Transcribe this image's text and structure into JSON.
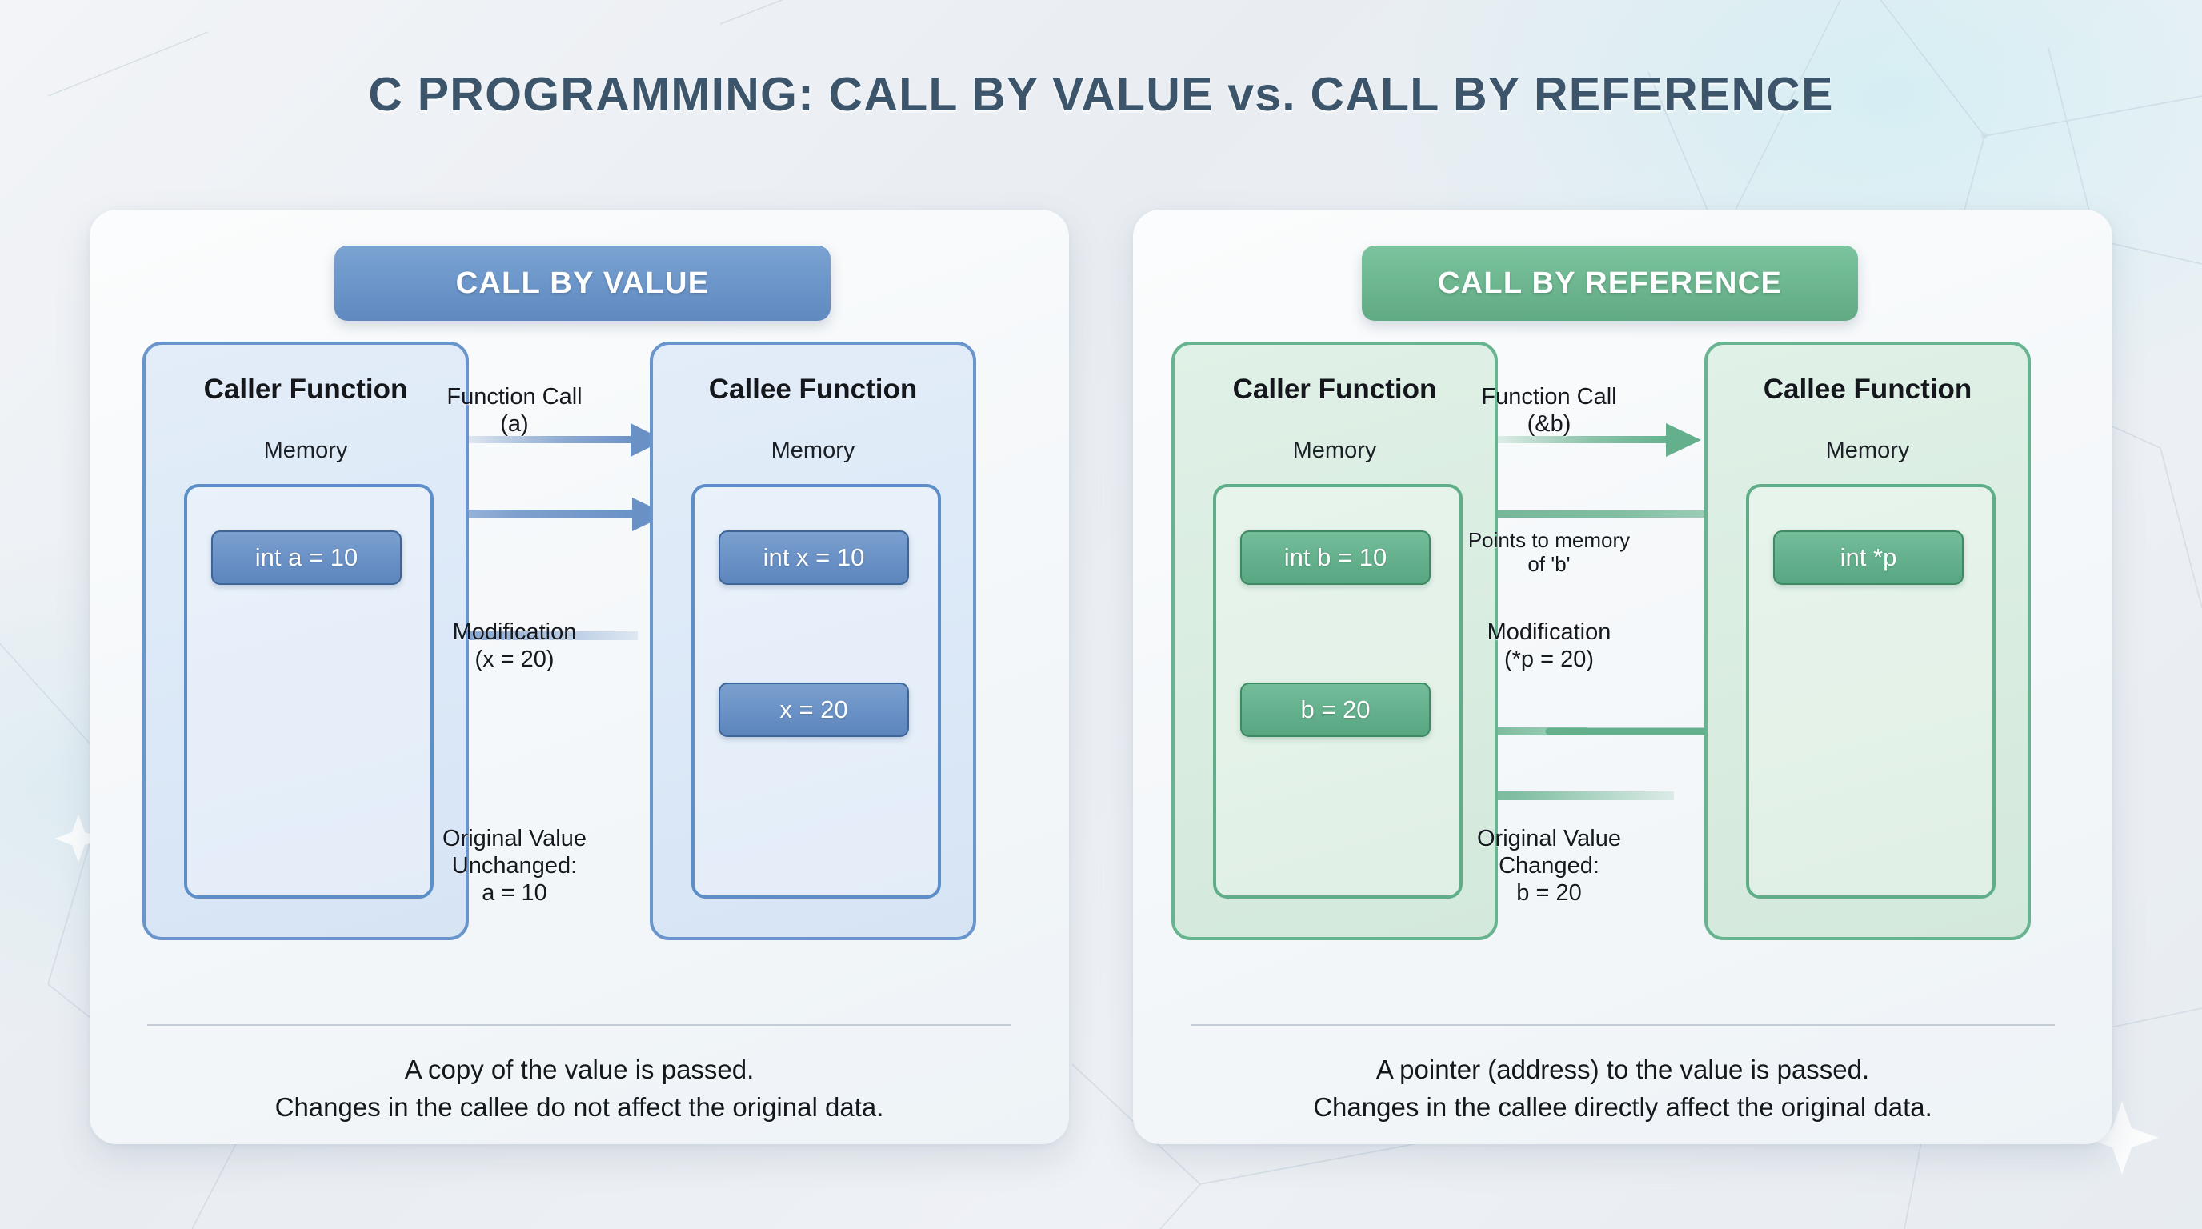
{
  "page": {
    "title": "C PROGRAMMING: CALL BY VALUE vs. CALL BY REFERENCE",
    "title_color": "#3d556b",
    "background_color": "#eef1f5"
  },
  "panels": [
    {
      "id": "call-by-value",
      "badge": "CALL BY VALUE",
      "accent_color": "#6b95c9",
      "border_color": "#6a95cc",
      "chip_color": "#6a91c6",
      "caller": {
        "title": "Caller Function",
        "memory_label": "Memory",
        "variables": [
          "int a = 10"
        ]
      },
      "callee": {
        "title": "Callee Function",
        "memory_label": "Memory",
        "variables": [
          "int x = 10",
          "x = 20"
        ]
      },
      "arrows": [
        {
          "name": "function-call",
          "label_line1": "Function Call",
          "label_line2": "(a)",
          "direction": "right"
        },
        {
          "name": "value-copy",
          "label_line1": "",
          "label_line2": "",
          "direction": "right"
        },
        {
          "name": "modification",
          "label_line1": "Modification",
          "label_line2": "(x = 20)",
          "direction": "none"
        },
        {
          "name": "return",
          "label_line1": "",
          "label_line2": "",
          "direction": "left"
        }
      ],
      "result_note": [
        "Original Value",
        "Unchanged:",
        "a = 10"
      ],
      "caption_line1": "A copy of the value is passed.",
      "caption_line2": "Changes in the callee do not affect the original data."
    },
    {
      "id": "call-by-reference",
      "badge": "CALL BY REFERENCE",
      "accent_color": "#6cb58f",
      "border_color": "#68b490",
      "chip_color": "#64b08c",
      "caller": {
        "title": "Caller Function",
        "memory_label": "Memory",
        "variables": [
          "int b = 10",
          "b = 20"
        ]
      },
      "callee": {
        "title": "Callee Function",
        "memory_label": "Memory",
        "variables": [
          "int *p"
        ]
      },
      "arrows": [
        {
          "name": "function-call",
          "label_line1": "Function Call",
          "label_line2": "(&b)",
          "direction": "right"
        },
        {
          "name": "points-to-memory",
          "label_line1": "Points to memory",
          "label_line2": "of 'b'",
          "direction": "left"
        },
        {
          "name": "modification",
          "label_line1": "Modification",
          "label_line2": "(*p = 20)",
          "direction": "left"
        },
        {
          "name": "return",
          "label_line1": "",
          "label_line2": "",
          "direction": "left"
        }
      ],
      "result_note": [
        "Original Value",
        "Changed:",
        "b = 20"
      ],
      "caption_line1": "A pointer (address) to the value is passed.",
      "caption_line2": "Changes in the callee directly affect the original data."
    }
  ]
}
